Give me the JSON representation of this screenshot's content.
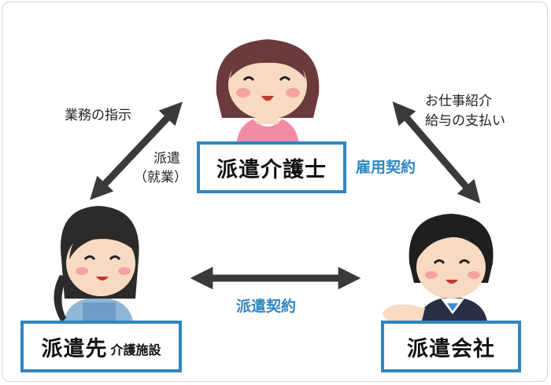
{
  "nodes": {
    "caregiver": "派遣介護士",
    "client_main": "派遣先",
    "client_sub": "介護施設",
    "agency": "派遣会社"
  },
  "relations": {
    "instruction": "業務の指示",
    "dispatch_line1": "派遣",
    "dispatch_line2": "（就業）",
    "employment": "雇用契約",
    "agency_duty_line1": "お仕事紹介",
    "agency_duty_line2": "給与の支払い",
    "dispatch_contract": "派遣契約"
  },
  "colors": {
    "box_border": "#2e86c1",
    "arrow": "#3a3a3a",
    "accent_text": "#2e86c1"
  }
}
